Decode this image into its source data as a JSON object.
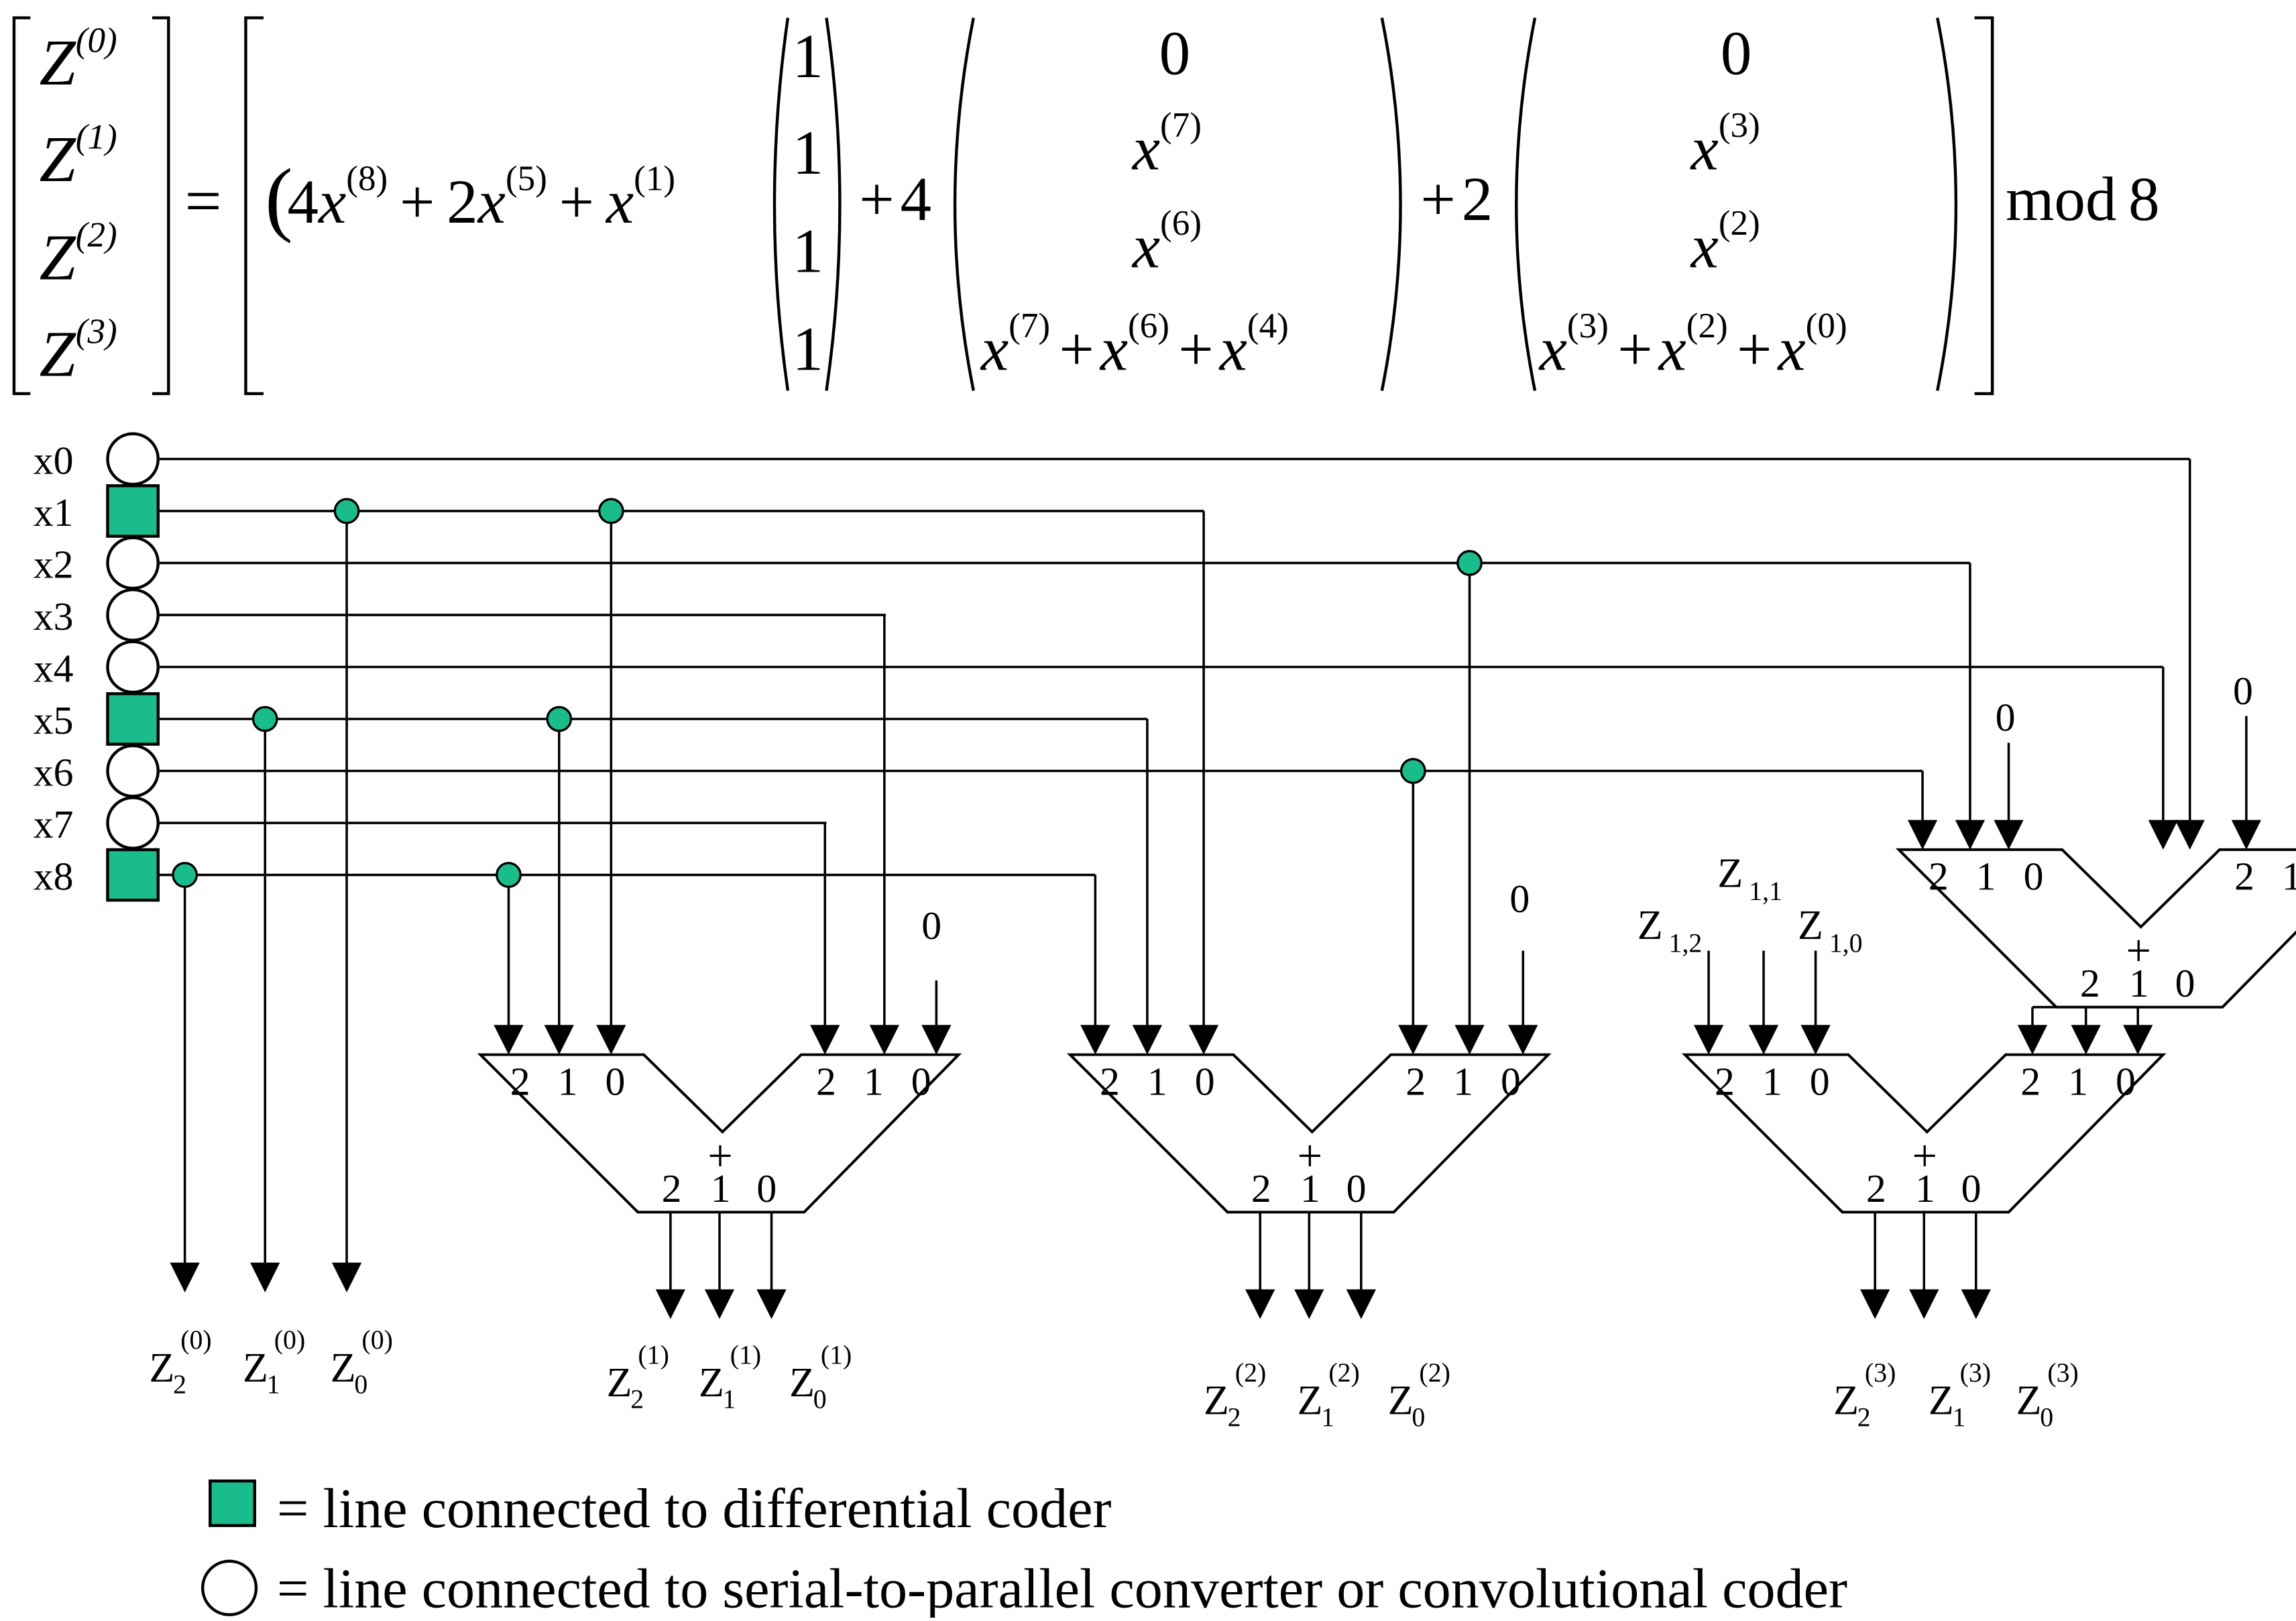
{
  "equation": {
    "lhs": [
      "Z",
      "Z",
      "Z",
      "Z"
    ],
    "lhs_sup": [
      "(0)",
      "(1)",
      "(2)",
      "(3)"
    ],
    "equals": "=",
    "coef_open": "(",
    "coef_parts": [
      "4",
      "x",
      "(8)",
      "+",
      "2",
      "x",
      "(5)",
      "+",
      "x",
      "(1)"
    ],
    "ones": [
      "1",
      "1",
      "1",
      "1"
    ],
    "plus": "+",
    "four": "4",
    "two": "2",
    "mid_vec": {
      "r0": "0",
      "r1_base": "x",
      "r1_sup": "(7)",
      "r2_base": "x",
      "r2_sup": "(6)",
      "r3": [
        "x",
        "(7)",
        "+",
        "x",
        "(6)",
        "+",
        "x",
        "(4)"
      ]
    },
    "right_vec": {
      "r0": "0",
      "r1_base": "x",
      "r1_sup": "(3)",
      "r2_base": "x",
      "r2_sup": "(2)",
      "r3": [
        "x",
        "(3)",
        "+",
        "x",
        "(2)",
        "+",
        "x",
        "(0)"
      ]
    },
    "mod": "mod",
    "modval": "8"
  },
  "inputs": [
    "x0",
    "x1",
    "x2",
    "x3",
    "x4",
    "x5",
    "x6",
    "x7",
    "x8"
  ],
  "input_types": [
    "circle",
    "square",
    "circle",
    "circle",
    "circle",
    "square",
    "circle",
    "circle",
    "square"
  ],
  "colors": {
    "diff_fill": "#1ABC8C",
    "ink": "#000000"
  },
  "adder": {
    "in_labels": [
      "2",
      "1",
      "0"
    ],
    "out_labels": [
      "2",
      "1",
      "0"
    ],
    "plus": "+",
    "zero": "0"
  },
  "z_inputs": {
    "z": "Z",
    "z12_sub": "1,2",
    "z11_sub": "1,1",
    "z10_sub": "1,0"
  },
  "outputs": [
    {
      "base": "Z",
      "sup": "(0)",
      "subs": [
        "2",
        "1",
        "0"
      ]
    },
    {
      "base": "Z",
      "sup": "(1)",
      "subs": [
        "2",
        "1",
        "0"
      ]
    },
    {
      "base": "Z",
      "sup": "(2)",
      "subs": [
        "2",
        "1",
        "0"
      ]
    },
    {
      "base": "Z",
      "sup": "(3)",
      "subs": [
        "2",
        "1",
        "0"
      ]
    }
  ],
  "legend": {
    "square_text": "= line connected to differential coder",
    "circle_text": "= line connected to serial-to-parallel converter or convolutional coder"
  }
}
